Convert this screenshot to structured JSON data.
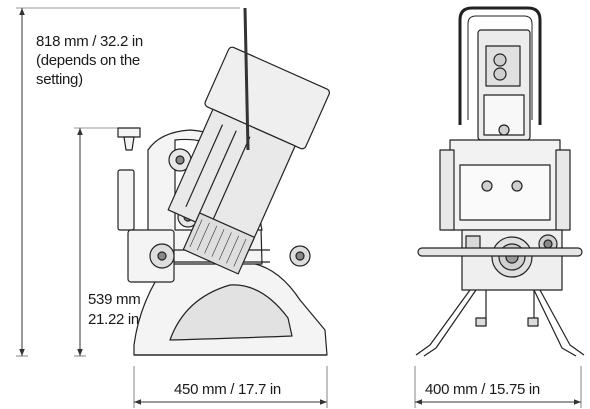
{
  "dimensions": {
    "total_height": {
      "metric": "818 mm / 32.2 in",
      "note_line1": "(depends on the",
      "note_line2": "setting)"
    },
    "base_height": {
      "metric": "539 mm",
      "imperial": "21.22 in"
    },
    "side_length": "450 mm / 17.7 in",
    "front_width": "400 mm / 15.75 in"
  },
  "colors": {
    "line": "#222222",
    "dim_line": "#333333",
    "machine_fill": "#f2f2f2",
    "machine_dark": "#cfcfcf"
  }
}
